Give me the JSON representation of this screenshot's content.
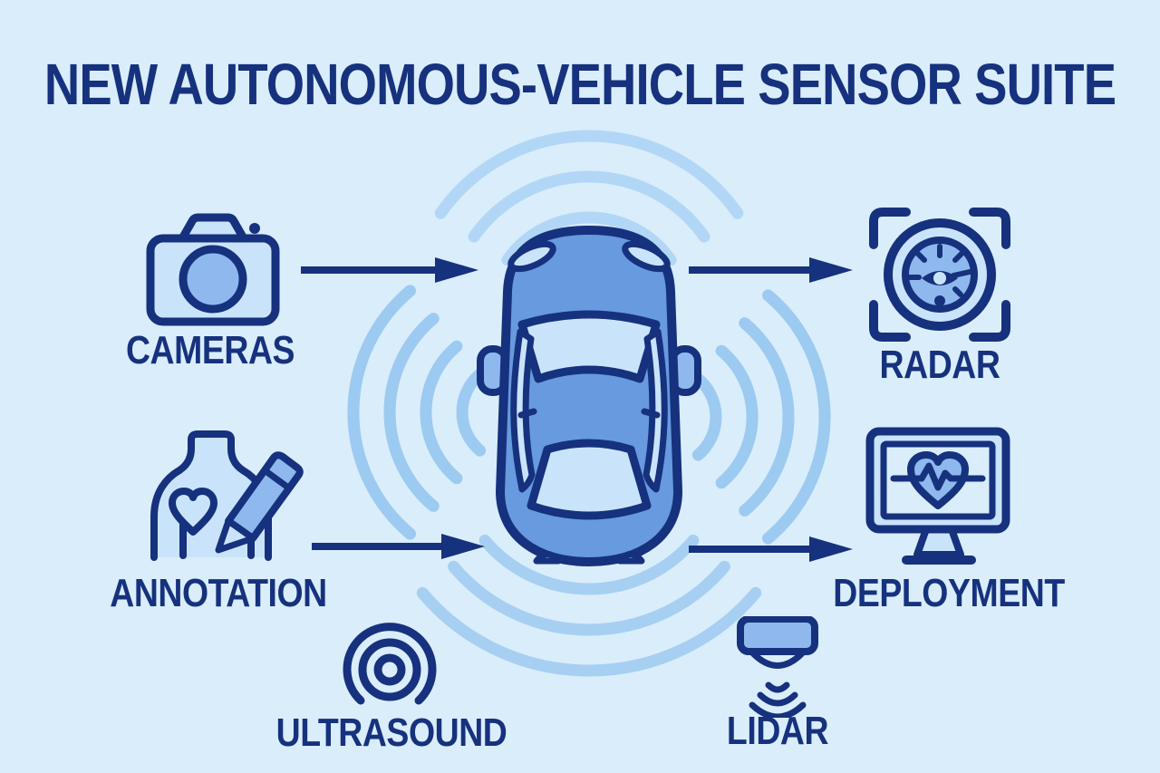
{
  "title": "NEW AUTONOMOUS-VEHICLE SENSOR SUITE",
  "colors": {
    "bg": "#d9edfb",
    "navy": "#16317d",
    "car": "#679ade",
    "light": "#c9e4fa",
    "medium": "#8fb9ee",
    "waveTop": "#b2d7f6",
    "waveSide": "#9ccaf1",
    "waveBottom": "#a6cff2"
  },
  "center": {
    "name": "autonomous vehicle",
    "icon": "car-top-view-icon",
    "signals": [
      "front-waves",
      "left-waves",
      "right-waves",
      "rear-waves"
    ]
  },
  "nodes": [
    {
      "id": "cameras",
      "label": "CAMERAS",
      "icon": "camera-icon",
      "position": "left-top"
    },
    {
      "id": "annotation",
      "label": "ANNOTATION",
      "icon": "annotation-icon",
      "position": "left-middle"
    },
    {
      "id": "ultrasound",
      "label": "ULTRASOUND",
      "icon": "ultrasound-icon",
      "position": "bottom-left"
    },
    {
      "id": "radar",
      "label": "RADAR",
      "icon": "radar-icon",
      "position": "right-top"
    },
    {
      "id": "deployment",
      "label": "DEPLOYMENT",
      "icon": "deployment-icon",
      "position": "right-middle"
    },
    {
      "id": "lidar",
      "label": "LIDAR",
      "icon": "lidar-icon",
      "position": "bottom-right"
    }
  ],
  "connections": [
    {
      "from": "cameras",
      "to": "vehicle"
    },
    {
      "from": "annotation",
      "to": "vehicle"
    },
    {
      "from": "vehicle",
      "to": "radar"
    },
    {
      "from": "vehicle",
      "to": "deployment"
    }
  ]
}
